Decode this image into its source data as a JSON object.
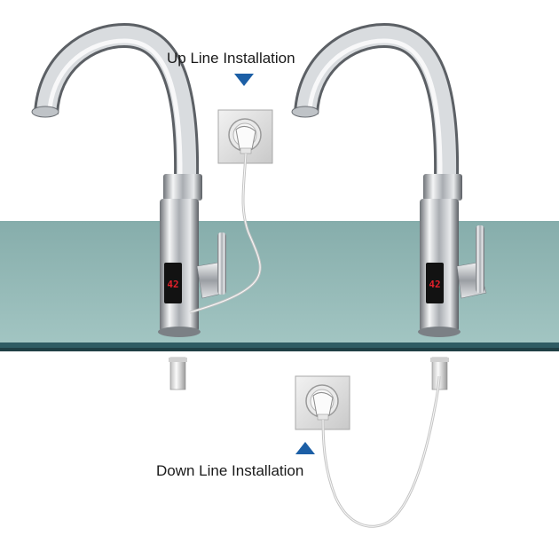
{
  "labels": {
    "up": "Up Line Installation",
    "down": "Down Line Installation"
  },
  "displays": {
    "left": "42",
    "right": "42"
  },
  "colors": {
    "counter_top": "#93b8b5",
    "counter_edge": "#2f5c63",
    "arrow": "#1c5fa6",
    "display_digits": "#e0202a"
  }
}
